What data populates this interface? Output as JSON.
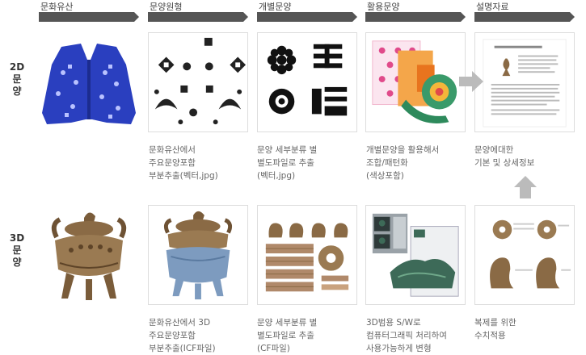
{
  "columns": [
    {
      "title": "문화유산"
    },
    {
      "title": "문양원형"
    },
    {
      "title": "개별문양"
    },
    {
      "title": "활용문양"
    },
    {
      "title": "설명자료"
    }
  ],
  "rows": [
    {
      "label_lines": [
        "2D",
        "문",
        "양"
      ],
      "captions": [
        [],
        [
          "문화유산에서",
          "주요문양포함",
          "부분추출(벡터,jpg)"
        ],
        [
          "문양 세부분류 별",
          "별도파일로 추출",
          "(벡터,jpg)"
        ],
        [
          "개별문양을 활용해서",
          "조합/패턴화",
          "(색상포함)"
        ],
        [
          "문양에대한",
          "기본 및 상세정보"
        ]
      ]
    },
    {
      "label_lines": [
        "3D",
        "문",
        "양"
      ],
      "captions": [
        [],
        [
          "문화유산에서 3D",
          "주요문양포함",
          "부분추출(ICF파일)"
        ],
        [
          "문양 세부분류 별",
          "별도파일로 추출",
          "(CF파일)"
        ],
        [
          "3D범용 S/W로",
          "컴퓨터그래픽 처리하여",
          "사용가능하게 변형"
        ],
        [
          "복제를 위한",
          "수치적용"
        ]
      ]
    }
  ],
  "colors": {
    "header_bar": "#555555",
    "arrow": "#bbbbbb",
    "vest_blue": "#2a3fbf",
    "bronze": "#8a6a45",
    "jade": "#3d6a58"
  },
  "icons": [
    "chevron-bar-icon",
    "arrow-right-icon",
    "arrow-up-icon"
  ]
}
